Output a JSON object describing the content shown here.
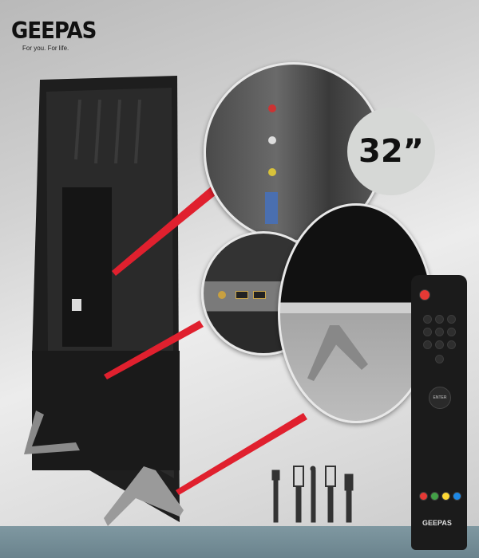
{
  "brand": {
    "name": "GEEPAS",
    "tagline": "For you. For life."
  },
  "badge": {
    "size_label": "32”"
  },
  "remote": {
    "enter_label": "ENTER",
    "logo": "GEEPAS",
    "color_keys": [
      "#e53935",
      "#43a047",
      "#fdd835",
      "#1e88e5"
    ]
  },
  "colors": {
    "accent_line": "#e0202e",
    "bottom_band": "#6f8a94"
  }
}
